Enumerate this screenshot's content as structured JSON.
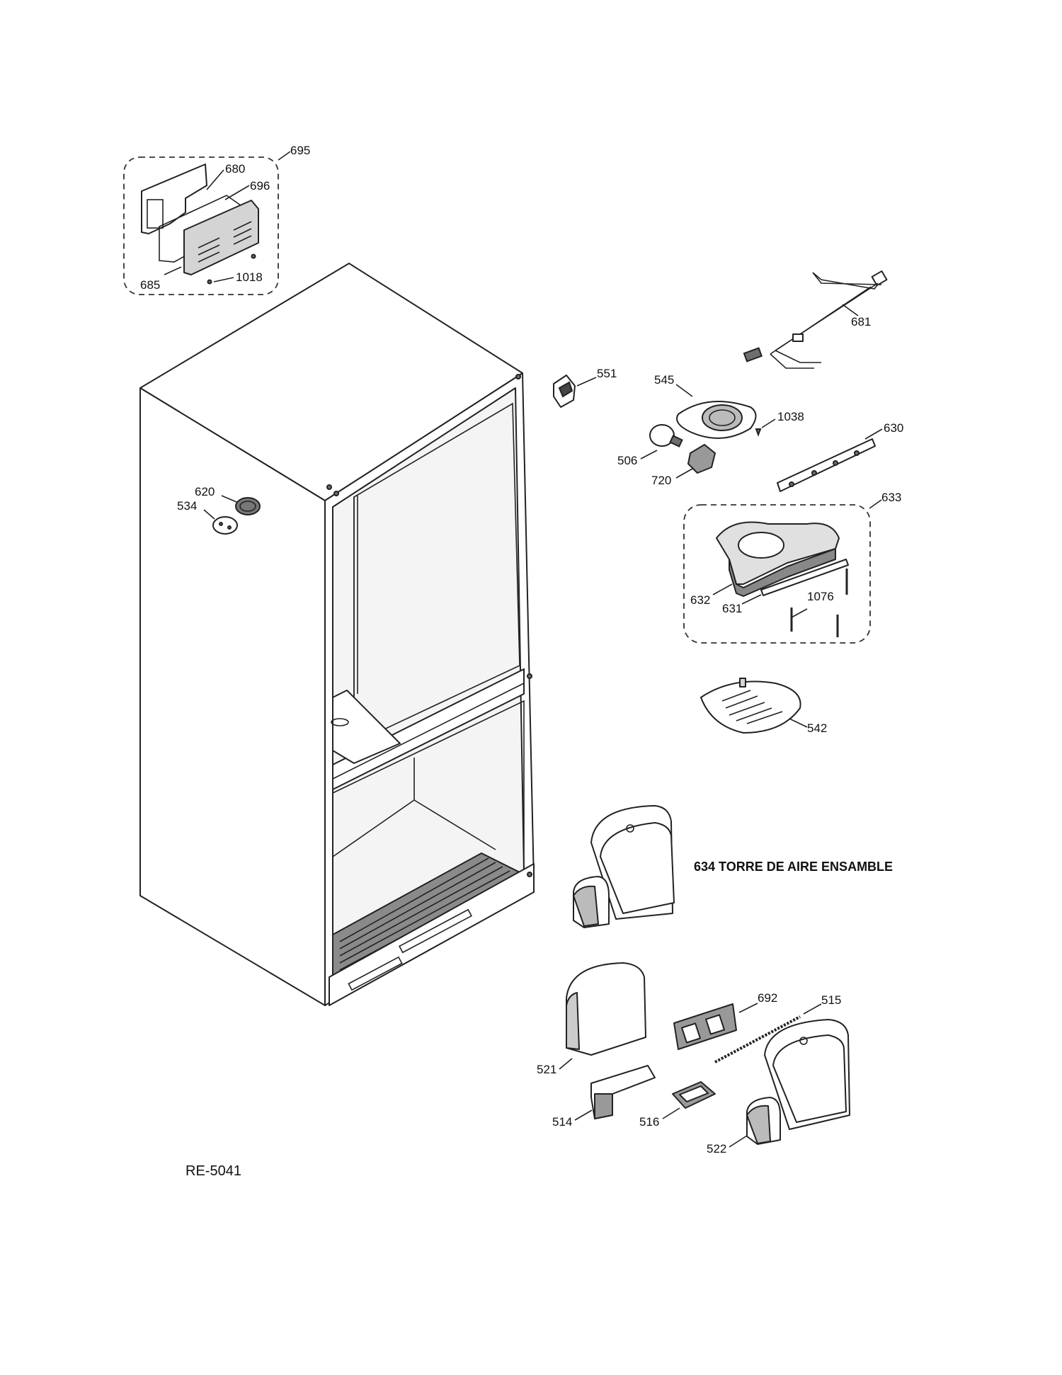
{
  "diagram": {
    "code": "RE-5041",
    "callouts": {
      "p695": "695",
      "p680": "680",
      "p696": "696",
      "p685": "685",
      "p1018": "1018",
      "p681": "681",
      "p551": "551",
      "p545": "545",
      "p1038": "1038",
      "p630": "630",
      "p506": "506",
      "p720": "720",
      "p620": "620",
      "p534": "534",
      "p633": "633",
      "p632": "632",
      "p631": "631",
      "p1076": "1076",
      "p542": "542",
      "p634": "634  TORRE DE AIRE ENSAMBLE",
      "p692": "692",
      "p515": "515",
      "p521": "521",
      "p514": "514",
      "p516": "516",
      "p522": "522"
    }
  }
}
